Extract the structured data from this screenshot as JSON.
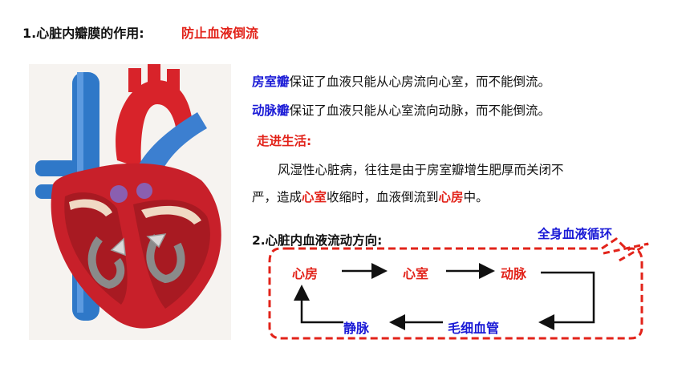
{
  "section1": {
    "title": "1.心脏内瓣膜的作用:",
    "title_highlight": "防止血液倒流"
  },
  "valves": {
    "av_name": "房室瓣",
    "av_text": "保证了血液只能从心房流向心室，而不能倒流。",
    "sl_name": "动脉瓣",
    "sl_text": "保证了血液只能从心室流向动脉，而不能倒流。"
  },
  "life": {
    "heading": "走进生活:",
    "p1": "风湿性心脏病，往往是由于房室瓣增生肥厚而关闭不",
    "p2a": "严，造成",
    "p2b": "心室",
    "p2c": "收缩时，血液倒流到",
    "p2d": "心房",
    "p2e": "中。"
  },
  "section2": {
    "title": "2.心脏内血液流动方向:",
    "callout": "全身血液循环",
    "nodes": {
      "atrium": "心房",
      "ventricle": "心室",
      "artery": "动脉",
      "capillary": "毛细血管",
      "vein": "静脉"
    }
  },
  "colors": {
    "accent_red": "#e2231a",
    "accent_blue": "#1a1ad6"
  }
}
